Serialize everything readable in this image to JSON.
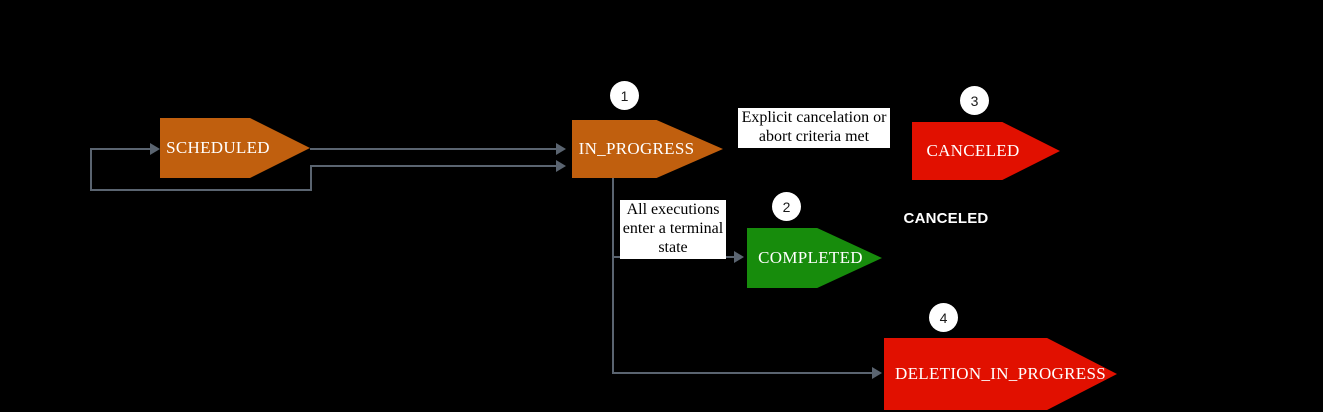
{
  "nodes": {
    "scheduled": {
      "label": "SCHEDULED",
      "color": "#c05f0e"
    },
    "in_progress": {
      "label": "IN_PROGRESS",
      "color": "#c05f0e",
      "badge": "1"
    },
    "completed": {
      "label": "COMPLETED",
      "color": "#178c0c",
      "badge": "2"
    },
    "canceled": {
      "label": "CANCELED",
      "color": "#e11000",
      "badge": "3"
    },
    "deletion_in_progress": {
      "label": "DELETION_IN_PROGRESS",
      "color": "#e11000",
      "badge": "4"
    }
  },
  "edge_labels": {
    "explicit_cancelation": "Explicit cancelation or\nabort criteria met",
    "all_executions": "All executions\nenter a terminal\nstate",
    "canceled_note": "CANCELED"
  },
  "colors": {
    "background": "#000000",
    "orange": "#c05f0e",
    "red": "#e11000",
    "green": "#178c0c",
    "connector": "#5a6470",
    "badge_background": "#ffffff",
    "label_box_background": "#ffffff"
  }
}
